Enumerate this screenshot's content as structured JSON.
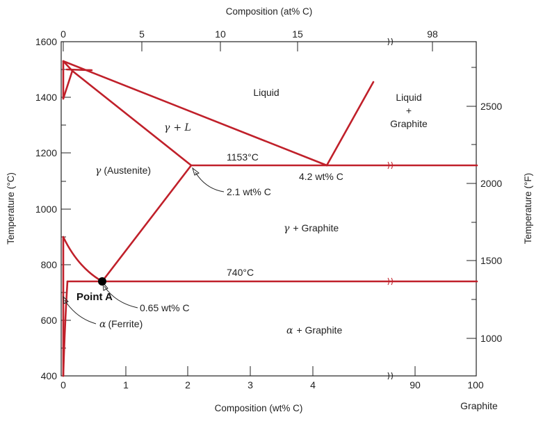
{
  "colors": {
    "phase_line": "#c0202a",
    "axis": "#222222",
    "point": "#000000"
  },
  "axes": {
    "top_title": "Composition (at% C)",
    "bottom_title": "Composition (wt% C)",
    "left_title": "Temperature (°C)",
    "right_title": "Temperature (°F)",
    "bottom_ticks": [
      "0",
      "1",
      "2",
      "3",
      "4",
      "90",
      "100"
    ],
    "bottom_end_label": "Graphite",
    "top_ticks": [
      "0",
      "5",
      "10",
      "15",
      "98"
    ],
    "left_ticks": [
      "400",
      "600",
      "800",
      "1000",
      "1200",
      "1400",
      "1600"
    ],
    "right_ticks": [
      "1000",
      "1500",
      "2000",
      "2500"
    ]
  },
  "regions": {
    "liquid": "Liquid",
    "liquid_graphite": [
      "Liquid",
      "+",
      "Graphite"
    ],
    "gamma_l_symbol": "γ",
    "gamma_l_rest": "+ L",
    "austenite_symbol": "γ",
    "austenite_rest": "(Austenite)",
    "gamma_graphite_symbol": "γ",
    "gamma_graphite_rest": "+ Graphite",
    "alpha_graphite_symbol": "α",
    "alpha_graphite_rest": "+ Graphite",
    "ferrite_symbol": "α",
    "ferrite_rest": "(Ferrite)"
  },
  "annotations": {
    "eutectic_temp": "1153°C",
    "eutectoid_temp": "740°C",
    "eutectic_comp": "4.2 wt% C",
    "austenite_max": "2.1 wt% C",
    "eutectoid_comp": "0.65 wt% C"
  },
  "point": {
    "label": "Point A",
    "wt_pct_c": 0.65,
    "temp_c": 740
  }
}
